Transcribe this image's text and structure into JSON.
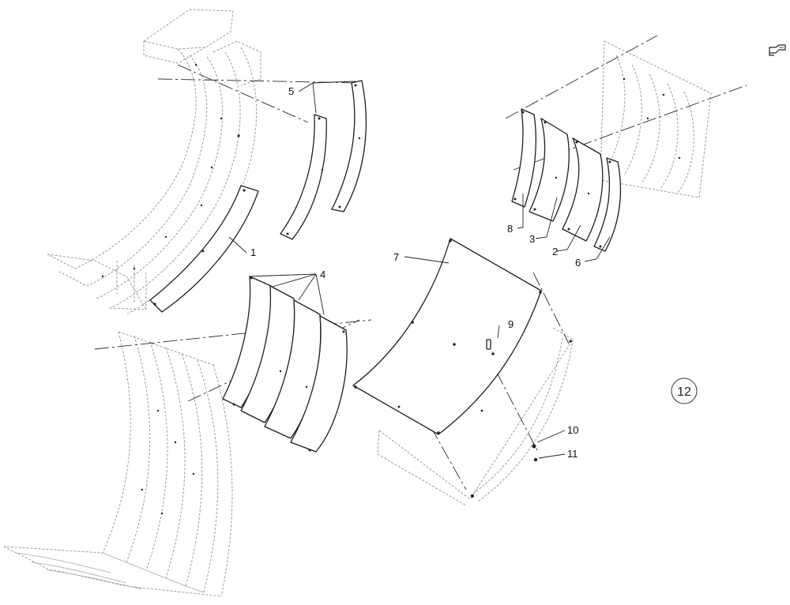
{
  "callouts": {
    "c1": "1",
    "c2": "2",
    "c3": "3",
    "c4": "4",
    "c5": "5",
    "c6": "6",
    "c7": "7",
    "c8": "8",
    "c9": "9",
    "c10": "10",
    "c11": "11"
  },
  "page_number": "12",
  "icons": {
    "navigation": "hand-pointer-icon"
  }
}
